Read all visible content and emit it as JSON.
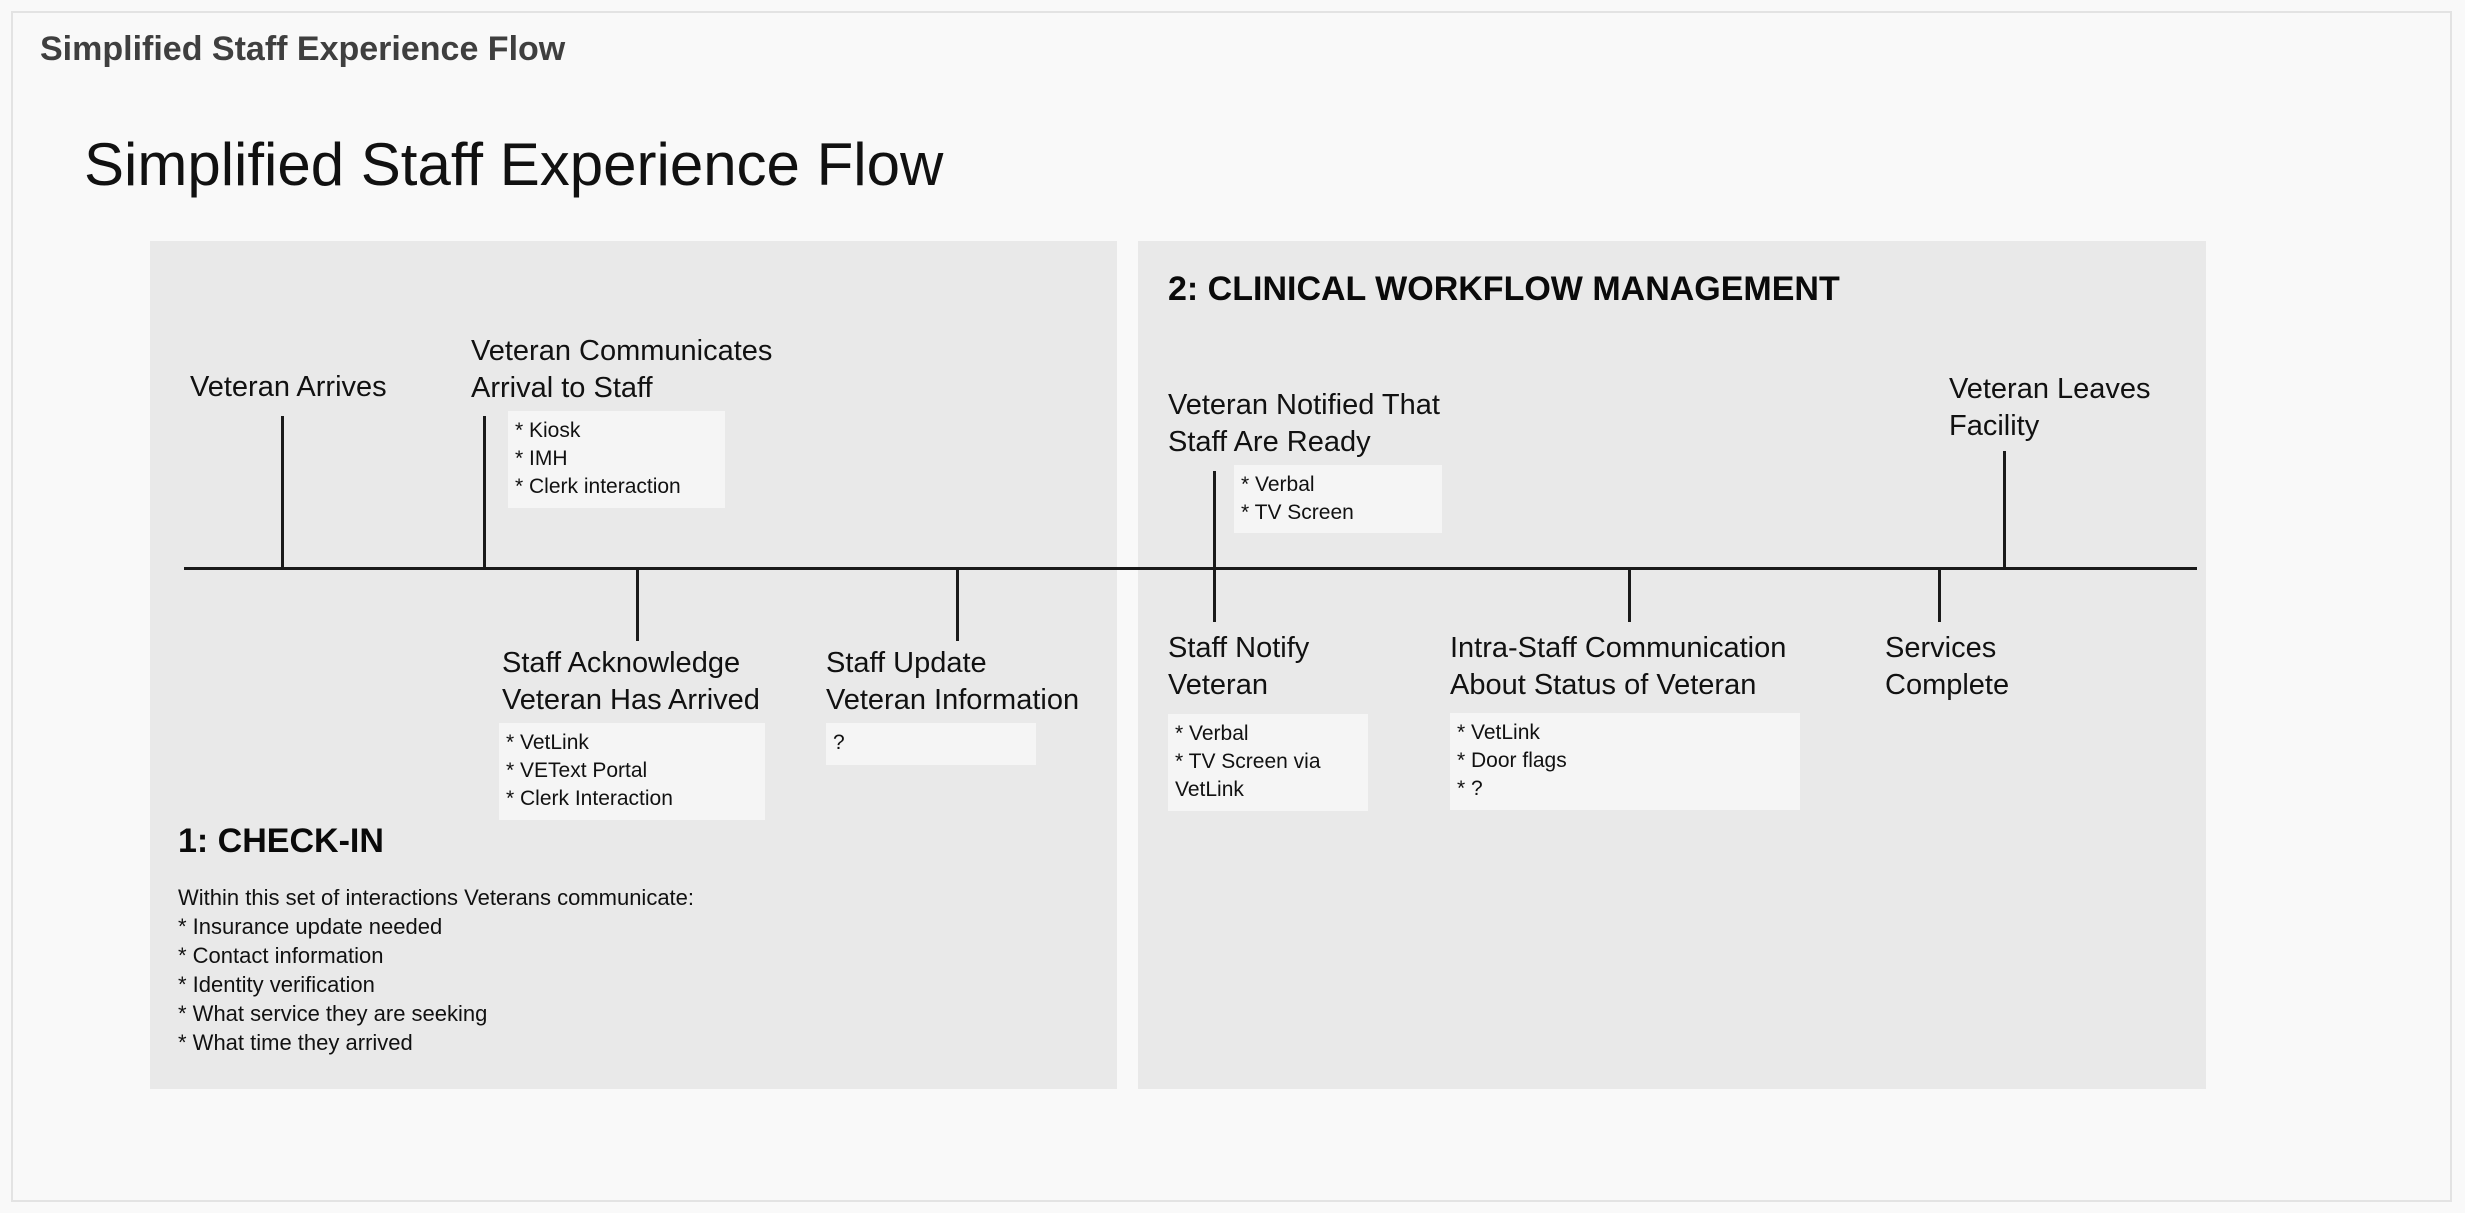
{
  "frame_title": "Simplified Staff Experience Flow",
  "main_title": "Simplified Staff Experience Flow",
  "sections": {
    "checkin": {
      "heading": "1: CHECK-IN",
      "intro": [
        "Within this set of interactions Veterans communicate:",
        "* Insurance update needed",
        "* Contact information",
        "* Identity verification",
        "* What service they are seeking",
        "* What time they arrived"
      ]
    },
    "clinical": {
      "heading": "2: CLINICAL WORKFLOW MANAGEMENT"
    }
  },
  "events": {
    "veteran_arrives": {
      "label": [
        "Veteran Arrives"
      ]
    },
    "veteran_communicates": {
      "label": [
        "Veteran Communicates",
        "Arrival to Staff"
      ],
      "notes": [
        "* Kiosk",
        "* IMH",
        "* Clerk interaction"
      ]
    },
    "staff_acknowledge": {
      "label": [
        "Staff Acknowledge",
        "Veteran Has Arrived"
      ],
      "notes": [
        "* VetLink",
        "* VEText Portal",
        "* Clerk Interaction"
      ]
    },
    "staff_update": {
      "label": [
        "Staff Update",
        "Veteran Information"
      ],
      "notes": [
        "?"
      ]
    },
    "veteran_notified": {
      "label": [
        "Veteran Notified That",
        "Staff Are Ready"
      ],
      "notes": [
        "* Verbal",
        "* TV Screen"
      ]
    },
    "staff_notify": {
      "label": [
        "Staff Notify",
        "Veteran"
      ],
      "notes": [
        "* Verbal",
        "* TV Screen via",
        "VetLink"
      ]
    },
    "intra_staff": {
      "label": [
        "Intra-Staff Communication",
        "About Status of Veteran"
      ],
      "notes": [
        "* VetLink",
        "* Door flags",
        "* ?"
      ]
    },
    "services_complete": {
      "label": [
        "Services",
        "Complete"
      ]
    },
    "veteran_leaves": {
      "label": [
        "Veteran Leaves",
        "Facility"
      ]
    }
  }
}
